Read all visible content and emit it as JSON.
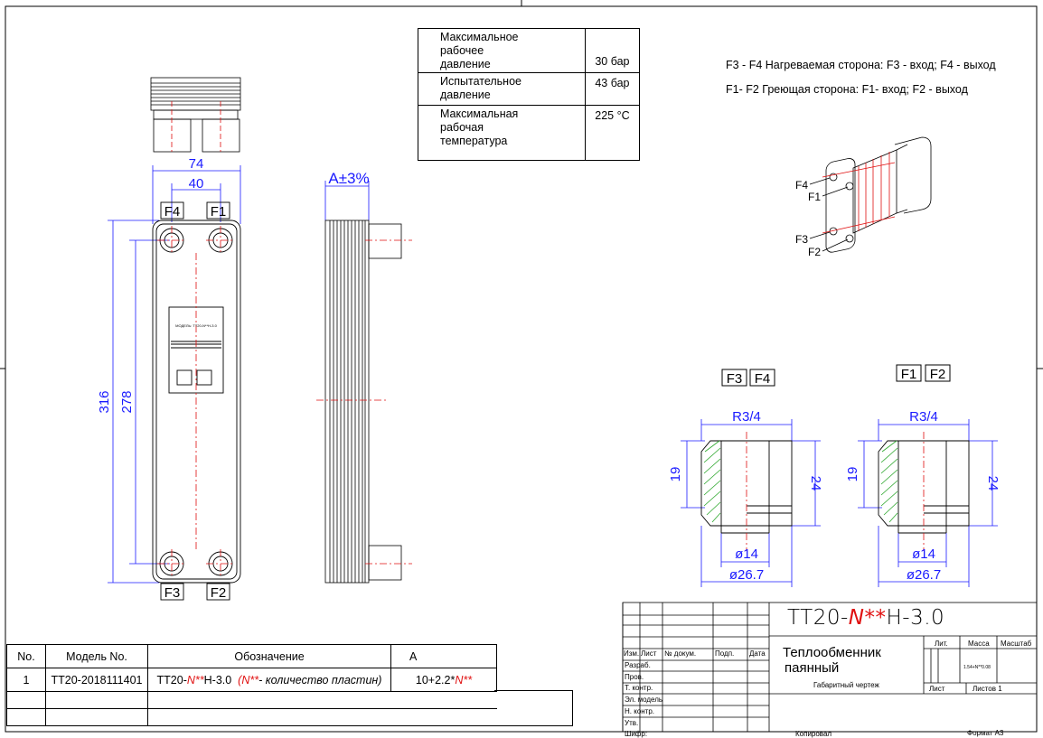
{
  "spec_table": {
    "rows": [
      {
        "label": "Максимальное рабочее давление",
        "label_lines": [
          "Максимальное",
          "рабочее",
          "давление"
        ],
        "value": "30 бар"
      },
      {
        "label": "Испытательное давление",
        "label_lines": [
          "Испытательное",
          "давление"
        ],
        "value": "43 бар"
      },
      {
        "label": "Максимальная рабочая температура",
        "label_lines": [
          "Максимальная",
          "рабочая",
          "температура"
        ],
        "value": "225 °C"
      }
    ]
  },
  "notes": {
    "heated_side": "F3 - F4 Нагреваемая сторона: F3 - вход; F4 - выход",
    "heating_side": "F1- F2 Греющая сторона: F1- вход; F2 - выход"
  },
  "front_view": {
    "dim_74": "74",
    "dim_40": "40",
    "dim_316": "316",
    "dim_278": "278",
    "ports": {
      "top_left": "F4",
      "top_right": "F1",
      "bottom_left": "F3",
      "bottom_right": "F2"
    },
    "plate_label": "МОДЕЛЬ: ТТ20-N**H-3.0"
  },
  "side_view": {
    "dim_a": "A±3%"
  },
  "iso_view": {
    "labels": [
      "F4",
      "F1",
      "F3",
      "F2"
    ]
  },
  "connection_details": [
    {
      "title": [
        "F3",
        "F4"
      ],
      "thread": "R3/4",
      "dim_19": "19",
      "dim_24": "24",
      "dim_14": "ø14",
      "dim_26": "ø26.7"
    },
    {
      "title": [
        "F1",
        "F2"
      ],
      "thread": "R3/4",
      "dim_19": "19",
      "dim_24": "24",
      "dim_14": "ø14",
      "dim_26": "ø26.7"
    }
  ],
  "bom": {
    "headers": [
      "No.",
      "Модель No.",
      "Обозначение",
      "A"
    ],
    "row": {
      "no": "1",
      "model": "TT20-2018111401",
      "designation_prefix": "TT20-",
      "designation_n": "N**",
      "designation_suffix": "H-3.0",
      "designation_note_open": "(",
      "designation_note_n": "N**",
      "designation_note_rest": "- количество пластин)",
      "a_prefix": "10+2.2*",
      "a_n": "N**"
    }
  },
  "title_block": {
    "designation_prefix": "TT20-",
    "designation_n": "N**",
    "designation_suffix": "H-3.0",
    "name_line1": "Теплообменник",
    "name_line2": "паянный",
    "subtitle": "Габаритный чертеж",
    "col_labels": [
      "Изм.",
      "Лист",
      "№ докум.",
      "Подп.",
      "Дата"
    ],
    "row_labels": [
      "Разраб.",
      "Пров.",
      "Т. контр.",
      "Эл. модель",
      "Н. контр.",
      "Утв."
    ],
    "lit": "Лит.",
    "mass": "Масса",
    "scale": "Масштаб",
    "mass_value": "1.54+N**0.08",
    "sheet": "Лист",
    "sheets": "Листов 1",
    "cipher": "Шифр:",
    "copied": "Копировал",
    "format": "Формат A3"
  },
  "colors": {
    "dimension": "#1a1aff",
    "centerline": "#e01010",
    "hatch": "#2ea82e",
    "line": "#000000"
  }
}
